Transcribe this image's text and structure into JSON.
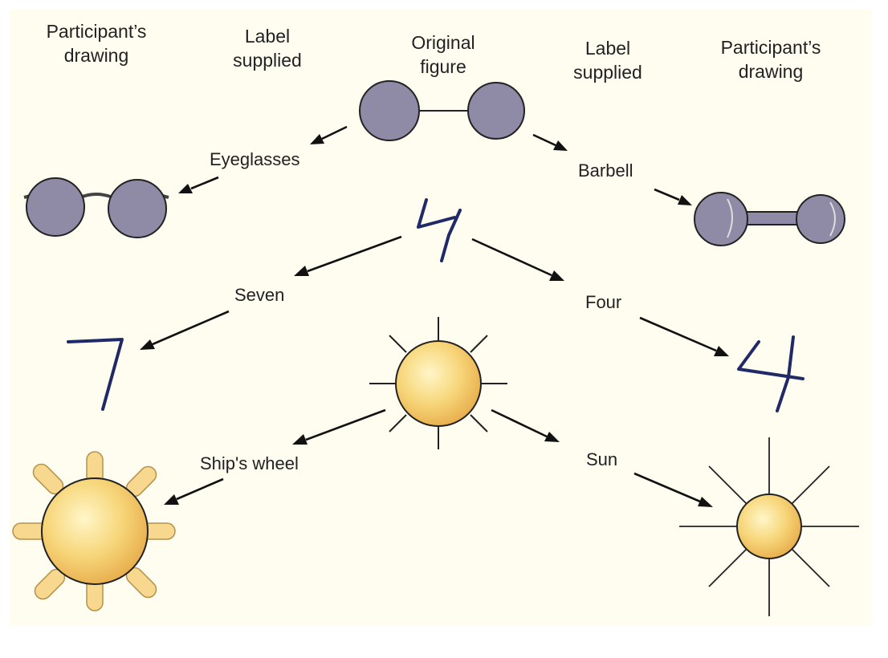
{
  "headers": {
    "left_drawing": [
      "Participant’s",
      "drawing"
    ],
    "left_label": [
      "Label",
      "supplied"
    ],
    "original": [
      "Original",
      "figure"
    ],
    "right_label": [
      "Label",
      "supplied"
    ],
    "right_drawing": [
      "Participant’s",
      "drawing"
    ]
  },
  "labels": {
    "eyeglasses": "Eyeglasses",
    "barbell": "Barbell",
    "seven": "Seven",
    "four": "Four",
    "ships_wheel": "Ship's wheel",
    "sun": "Sun"
  },
  "colors": {
    "background": "#fffdf0",
    "purple_fill": "#8f8aa6",
    "stroke": "#222222",
    "ink_blue": "#1f2a66",
    "sun_light": "#fff6c8",
    "sun_mid": "#f7d67a",
    "sun_dark": "#e8ae4c",
    "wheel_spoke": "#f7d88e"
  }
}
